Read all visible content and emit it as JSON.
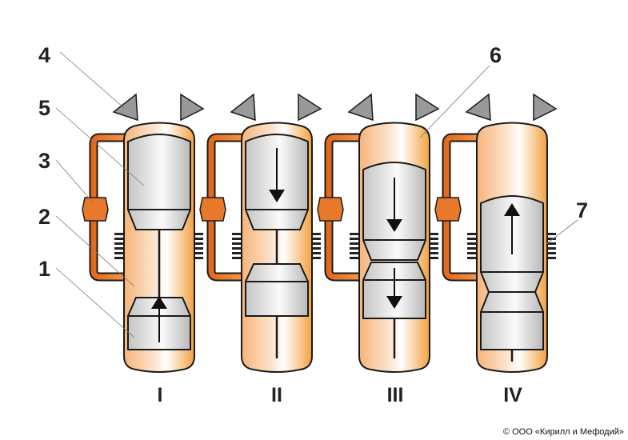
{
  "labels": {
    "l1": "1",
    "l2": "2",
    "l3": "3",
    "l4": "4",
    "l5": "5",
    "l6": "6",
    "l7": "7"
  },
  "stages": [
    "I",
    "II",
    "III",
    "IV"
  ],
  "copyright": "© ООО «Кирилл и Мефодий»",
  "colors": {
    "body": "#f7b77a",
    "tube": "#e8782a",
    "piston": "#d8d8d8",
    "fin": "#222222",
    "triangle": "#999999"
  }
}
